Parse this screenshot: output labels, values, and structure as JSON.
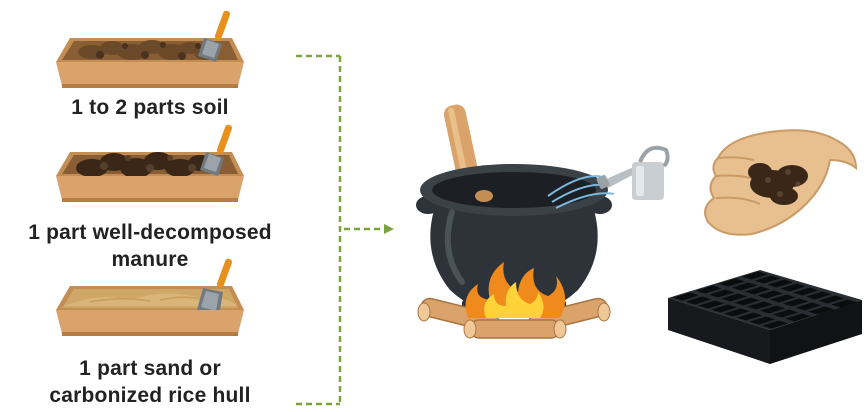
{
  "ingredients": [
    {
      "label_lines": [
        "1 to 2 parts soil"
      ],
      "material": "soil",
      "color": "#6b4a2a"
    },
    {
      "label_lines": [
        "1 part well-decomposed",
        "manure"
      ],
      "material": "manure",
      "color": "#3a2718"
    },
    {
      "label_lines": [
        "1 part sand or",
        "carbonized rice hull"
      ],
      "material": "sand",
      "color": "#d9b57a"
    }
  ],
  "process": {
    "step": "sterilize-by-heating",
    "icons": [
      "cooking-pot-icon",
      "wooden-spoon-icon",
      "campfire-icon",
      "watering-can-icon"
    ]
  },
  "results": {
    "icons": [
      "hand-with-soil-icon",
      "seedling-tray-icon"
    ]
  },
  "colors": {
    "connector": "#7aa33e",
    "tray_wood": "#d9a36b",
    "tray_wood_dark": "#b57d44",
    "pot": "#2d3338",
    "flame_outer": "#f08a1c",
    "flame_inner": "#ffd23a",
    "seed_tray": "#1f2226",
    "hand": "#e8c08f"
  }
}
